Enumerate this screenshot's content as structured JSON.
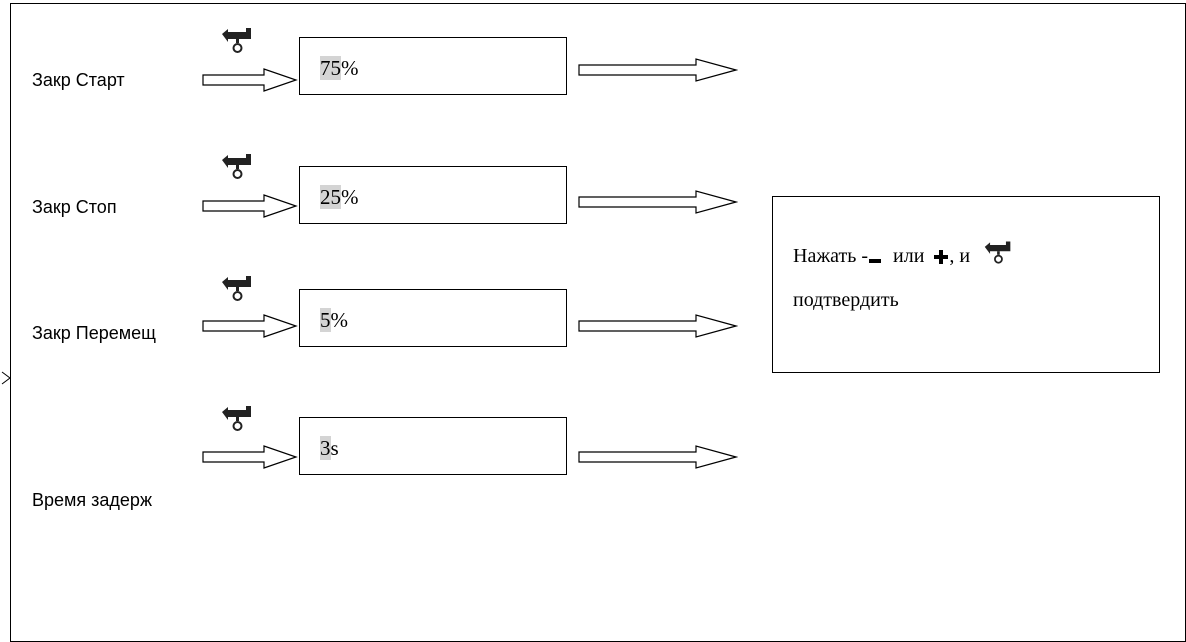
{
  "rows": [
    {
      "label": "Закр Старт",
      "value_hl": "75",
      "value_rest": "%"
    },
    {
      "label": "Закр Стоп",
      "value_hl": "25",
      "value_rest": "%"
    },
    {
      "label": "Закр Перемещ",
      "value_hl": "5",
      "value_rest": "%"
    },
    {
      "label": "Время задерж",
      "value_hl": "3",
      "value_rest": "s"
    }
  ],
  "info": {
    "line1_press": "Нажать -",
    "line1_or": "или",
    "line1_and": ", и",
    "line2": "подтвердить"
  },
  "icons": {
    "confirm": "enter-key-icon",
    "minus": "minus-icon",
    "plus": "plus-icon"
  }
}
